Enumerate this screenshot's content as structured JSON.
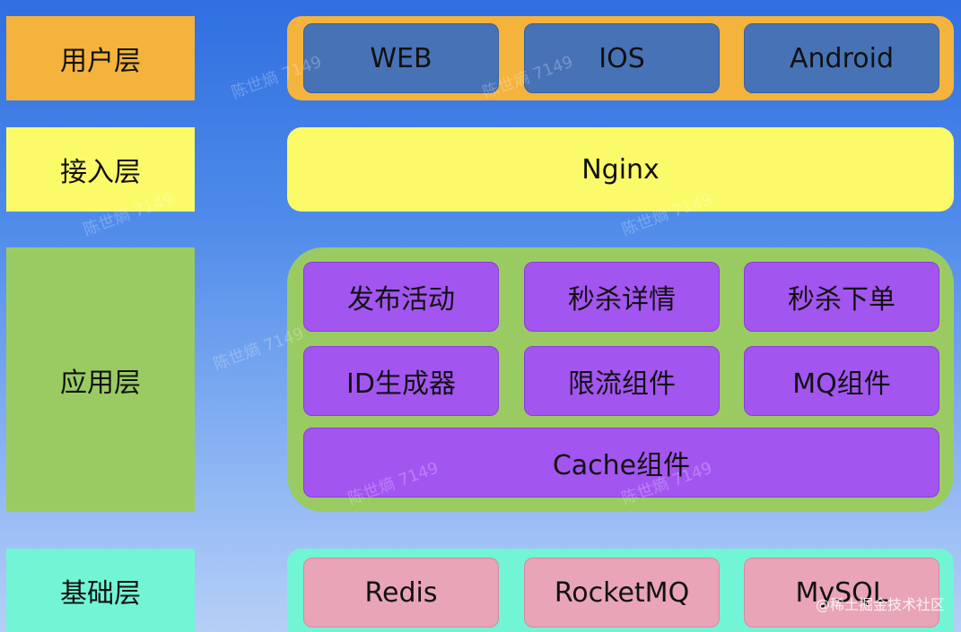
{
  "layers": {
    "user": "用户层",
    "access": "接入层",
    "app": "应用层",
    "base": "基础层"
  },
  "user_layer": [
    "WEB",
    "IOS",
    "Android"
  ],
  "access_layer": "Nginx",
  "app_layer": {
    "row1": [
      "发布活动",
      "秒杀详情",
      "秒杀下单"
    ],
    "row2": [
      "ID生成器",
      "限流组件",
      "MQ组件"
    ],
    "row3": "Cache组件"
  },
  "base_layer": [
    "Redis",
    "RocketMQ",
    "MySQL"
  ],
  "watermark": "陈世熵 7149",
  "footer": "@稀土掘金技术社区",
  "colors": {
    "user_layer": "#f4b33c",
    "access_layer": "#fbfb6a",
    "app_layer": "#9acb62",
    "base_layer": "#72f5d5",
    "client_box": "#4772b6",
    "app_box": "#a355f0",
    "storage_box": "#e9a4b7"
  }
}
